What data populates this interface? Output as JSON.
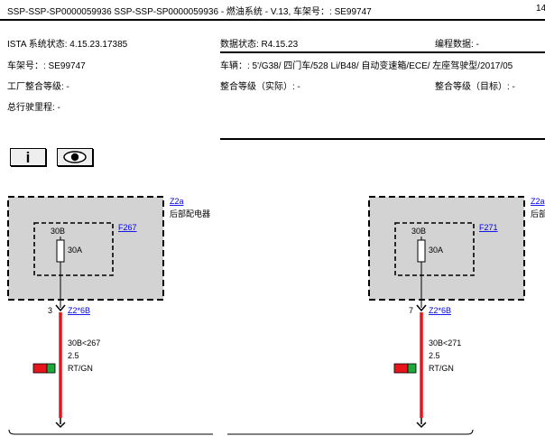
{
  "header": {
    "title": "SSP-SSP-SP0000059936 SSP-SSP-SP0000059936 - 燃油系统 - V.13, 车架号：: SE99747",
    "page_no": "14"
  },
  "info": {
    "ista_status": "ISTA 系统状态: 4.15.23.17385",
    "data_status": "数据状态: R4.15.23",
    "programming_data": "编程数据: -",
    "vin": "车架号：: SE99747",
    "vehicle": "车辆：: 5'/G38/ 四门车/528 Li/B48/ 自动变速箱/ECE/ 左座驾驶型/2017/05",
    "factory_level": "工厂整合等级: -",
    "actual_level": "整合等级（实际）: -",
    "target_level": "整合等级（目标）: -",
    "mileage": "总行驶里程: -"
  },
  "toolbar": {
    "info_button_icon": "info-icon",
    "view_button_icon": "eye-icon"
  },
  "diagram": {
    "left": {
      "component": "Z2a",
      "component_name": "后部配电器",
      "fuse": "F267",
      "pin_label": "30B",
      "fuse_rating": "30A",
      "pin_no": "3",
      "connector": "Z2*6B",
      "wire_signal": "30B<267",
      "wire_size": "2.5",
      "wire_color": "RT/GN"
    },
    "right": {
      "component": "Z2a",
      "component_name": "后部配电器",
      "fuse": "F271",
      "pin_label": "30B",
      "fuse_rating": "30A",
      "pin_no": "7",
      "connector": "Z2*6B",
      "wire_signal": "30B<271",
      "wire_size": "2.5",
      "wire_color": "RT/GN"
    },
    "colors": {
      "box_fill": "#d3d3d3",
      "wire_red": "#e8141b",
      "wire_green": "#1ea83c",
      "link": "#0000ee"
    }
  }
}
